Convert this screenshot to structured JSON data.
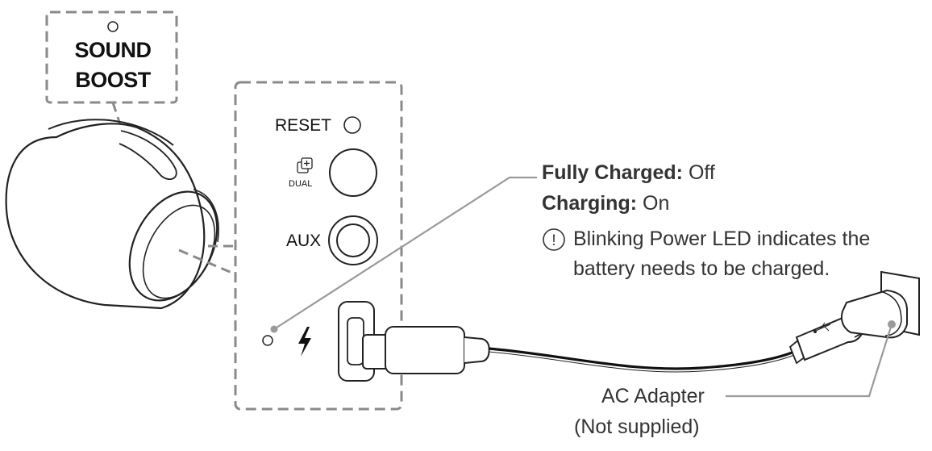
{
  "callouts": {
    "sound_boost_line1": "SOUND",
    "sound_boost_line2": "BOOST"
  },
  "panel": {
    "reset": "RESET",
    "dual": "DUAL",
    "aux": "AUX"
  },
  "status": {
    "fully_charged_label": "Fully Charged:",
    "fully_charged_value": "Off",
    "charging_label": "Charging:",
    "charging_value": "On",
    "note_line1": "Blinking Power LED indicates the",
    "note_line2": "battery needs to be charged."
  },
  "adapter": {
    "line1": "AC Adapter",
    "line2": "(Not supplied)"
  },
  "icons": [
    "led-indicator-icon",
    "dual-pair-icon",
    "lightning-bolt-icon",
    "usb-symbol-icon",
    "caution-icon"
  ],
  "colors": {
    "line": "#222222",
    "dash": "#888888",
    "leader": "#999999",
    "text": "#333333"
  }
}
